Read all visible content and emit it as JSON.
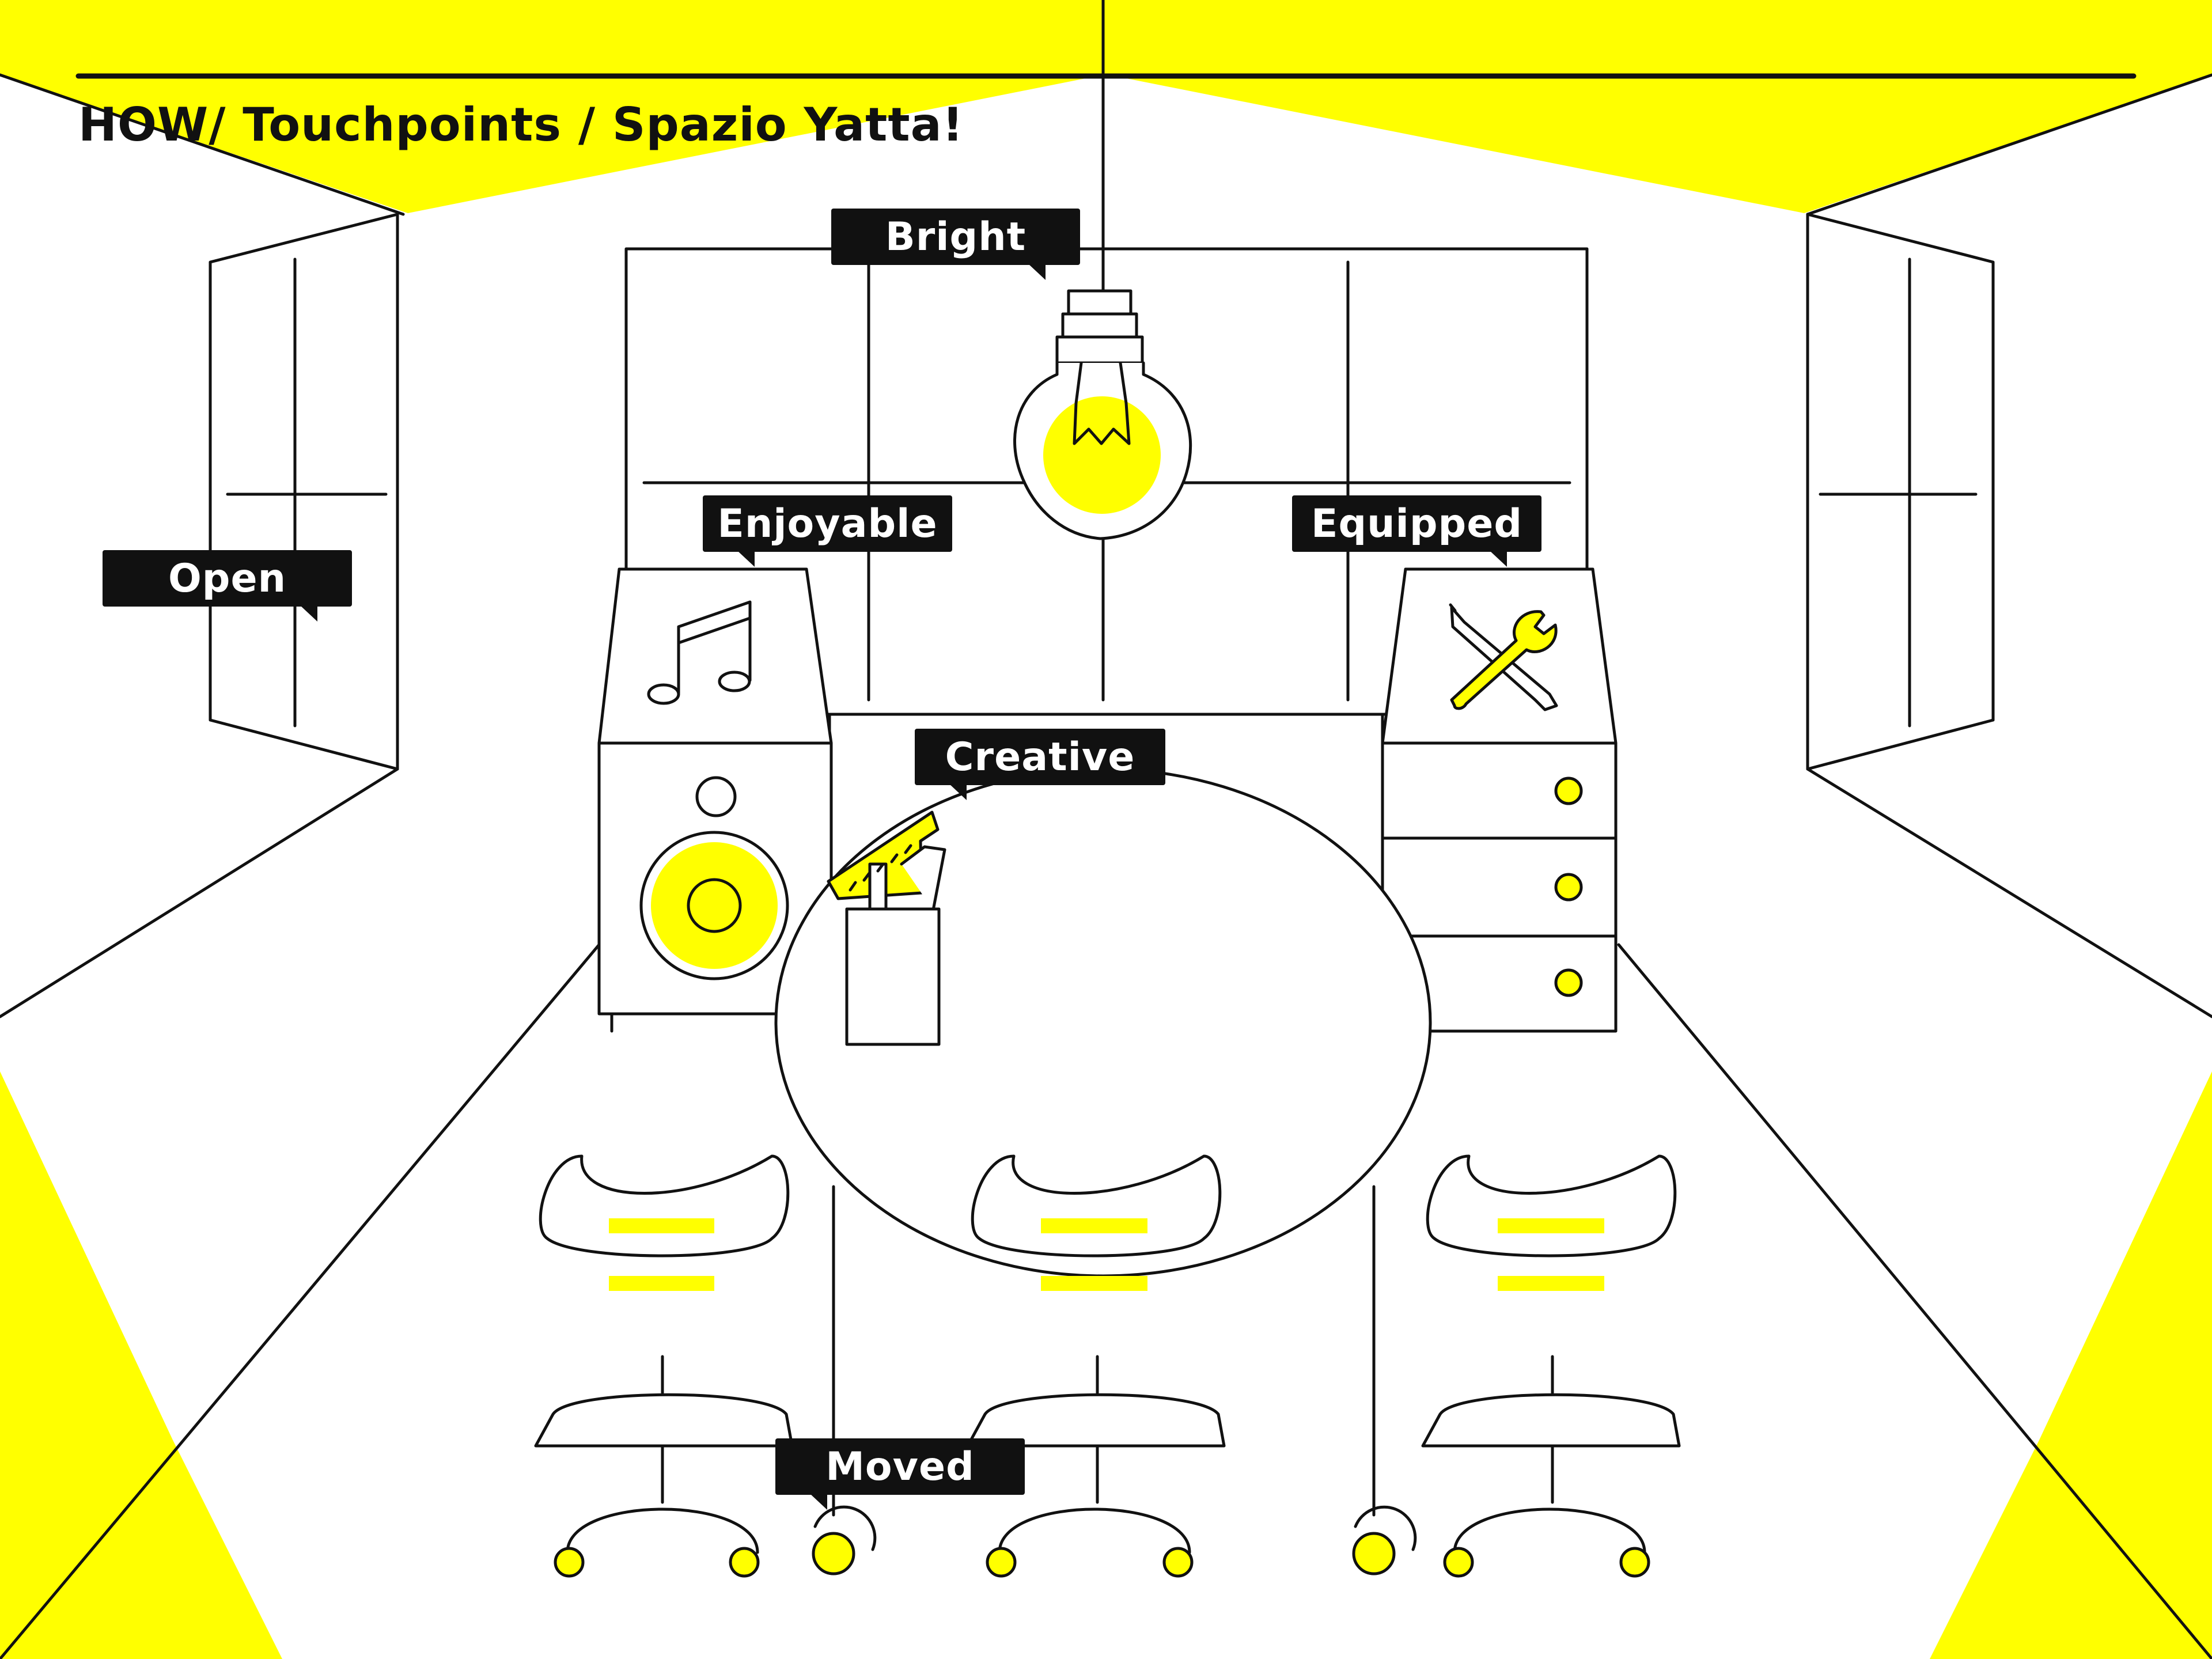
{
  "title": "HOW/ Touchpoints / Spazio Yatta!",
  "colors": {
    "accent": "#ffff00",
    "ink": "#111111",
    "background": "#ffffff"
  },
  "labels": {
    "bright": "Bright",
    "enjoyable": "Enjoyable",
    "equipped": "Equipped",
    "open": "Open",
    "creative": "Creative",
    "moved": "Moved"
  },
  "icons": [
    "light-bulb-icon",
    "music-note-icon",
    "tools-icon",
    "pencil-cup-icon",
    "speaker-icon"
  ]
}
